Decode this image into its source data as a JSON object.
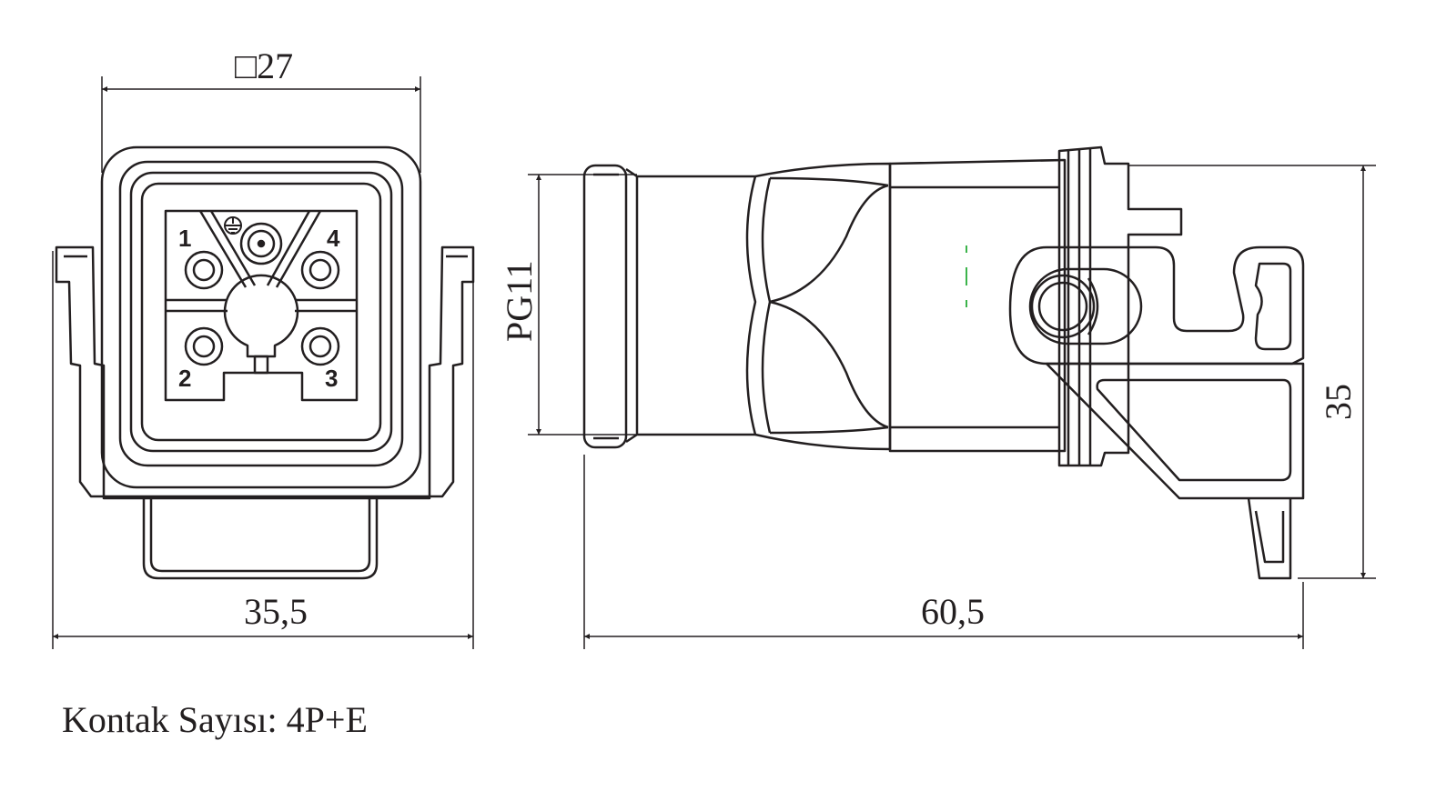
{
  "dimensions": {
    "front_square": "□27",
    "front_width": "35,5",
    "side_length": "60,5",
    "side_height": "35",
    "cable_gland": "PG11"
  },
  "pins": {
    "p1": "1",
    "p2": "2",
    "p3": "3",
    "p4": "4"
  },
  "caption": "Kontak Sayısı: 4P+E",
  "colors": {
    "line": "#231f20",
    "center_mark": "#3cb44b"
  }
}
